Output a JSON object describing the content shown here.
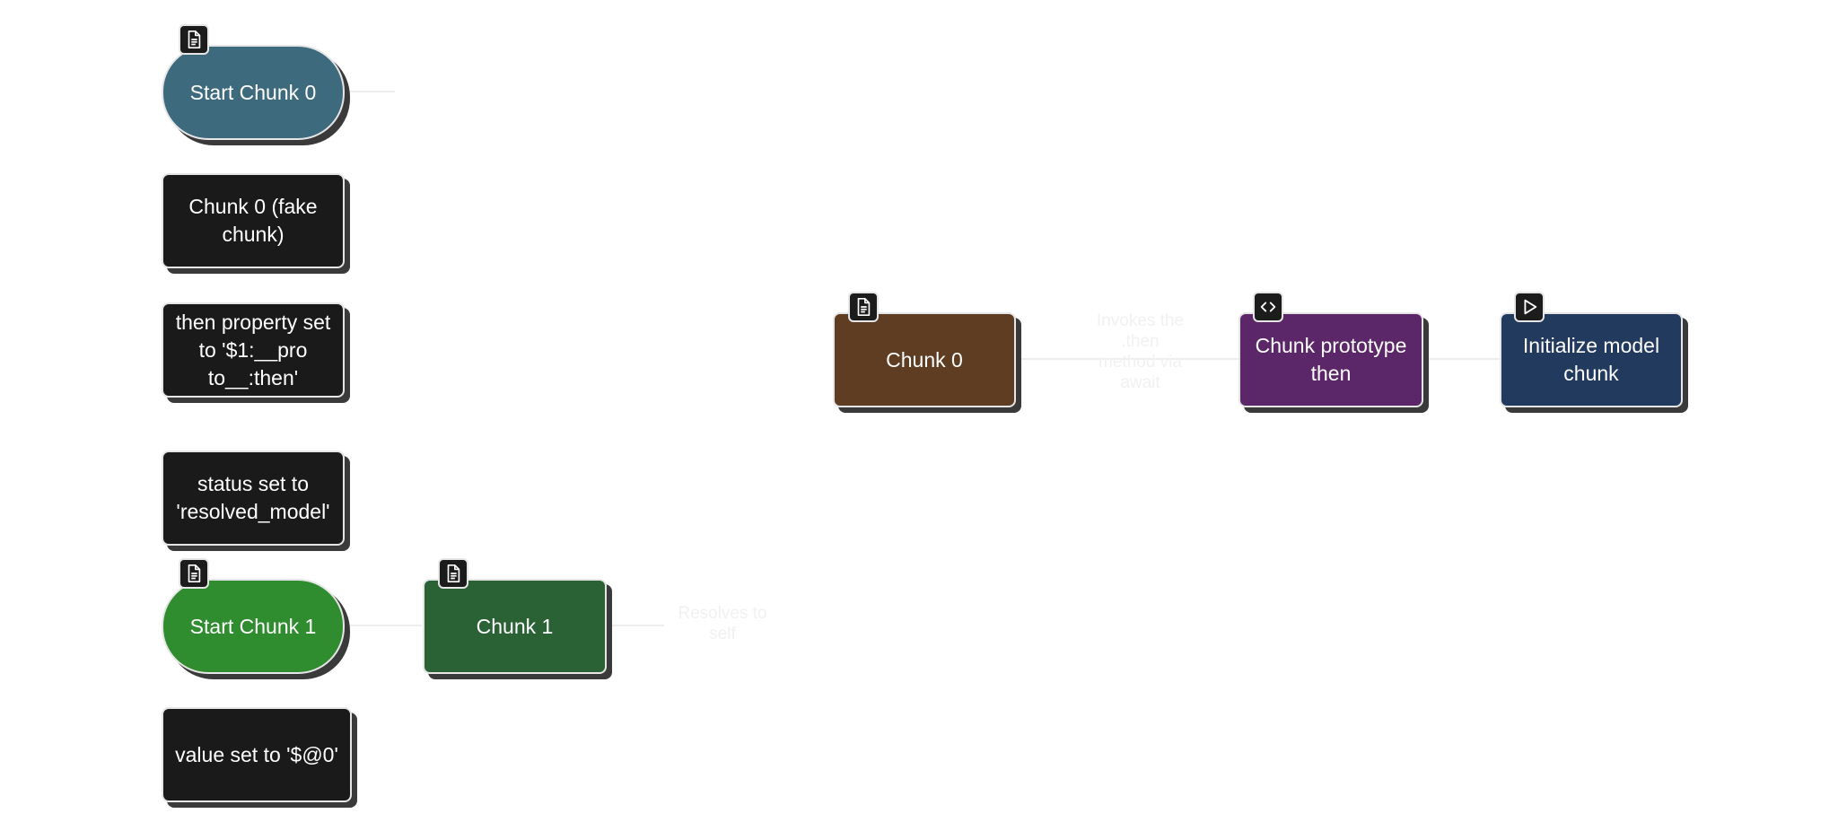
{
  "colors": {
    "start_chunk_0": "#3e6a7e",
    "black_node": "#1a1a1a",
    "start_chunk_1": "#2f8c2f",
    "chunk_1": "#2a6236",
    "chunk_0": "#5e3d22",
    "chunk_prototype_then": "#5b2768",
    "initialize_model_chunk": "#223a5e",
    "edge": "#eeeeee"
  },
  "nodes": {
    "start_chunk_0": {
      "label": "Start Chunk 0",
      "icon": "document-icon"
    },
    "chunk_0_fake": {
      "label": "Chunk 0 (fake\nchunk)"
    },
    "then_property": {
      "label": "then property set\nto '$1:__pro\nto__:then'"
    },
    "status_set": {
      "label": "status set to\n'resolved_model'"
    },
    "start_chunk_1": {
      "label": "Start Chunk 1",
      "icon": "document-icon"
    },
    "chunk_1": {
      "label": "Chunk 1",
      "icon": "document-icon"
    },
    "value_set": {
      "label": "value set to '$@0'"
    },
    "chunk_0": {
      "label": "Chunk 0",
      "icon": "document-icon"
    },
    "chunk_prototype_then": {
      "label": "Chunk prototype\nthen",
      "icon": "code-icon"
    },
    "initialize_model_chunk": {
      "label": "Initialize model\nchunk",
      "icon": "play-icon"
    }
  },
  "edges": {
    "chunk_0_to_prototype": "Invokes the\n.then\nmethod via\nawait",
    "chunk_1_edge": "Resolves to\nself"
  }
}
